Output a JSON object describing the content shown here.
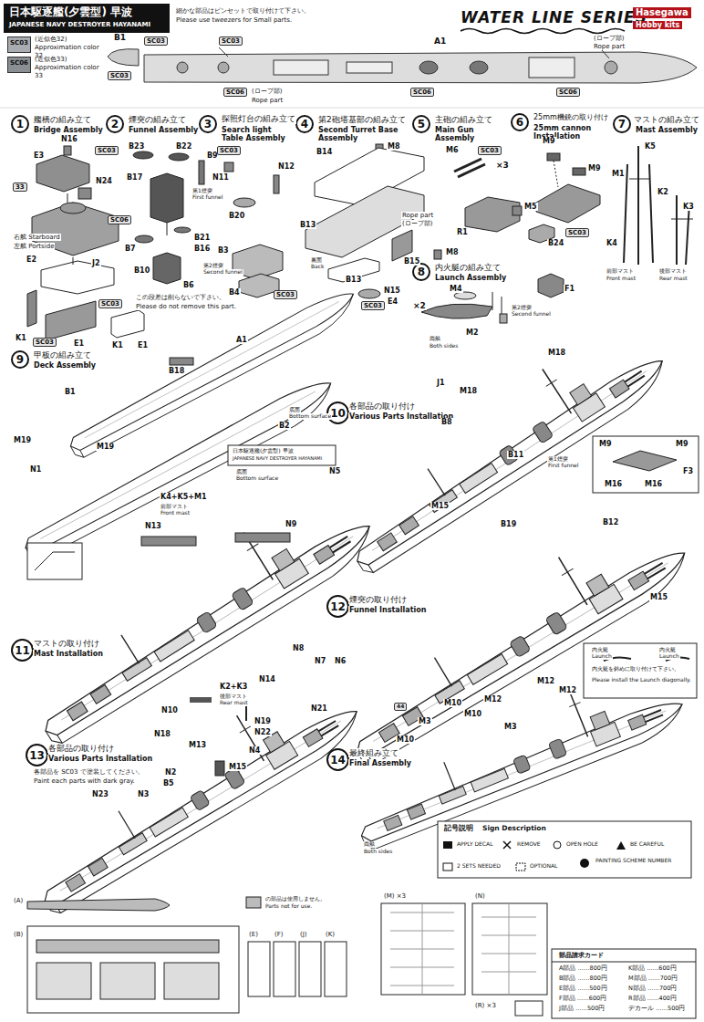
{
  "diagram": {
    "nodes": [
      {
        "text": [
          "1"
        ]
      },
      {
        "text": [
          "2"
        ]
      },
      {
        "text": [
          "3"
        ]
      },
      {
        "text": [
          "4"
        ]
      },
      {
        "text": [
          "5"
        ]
      },
      {
        "text": [
          "6"
        ]
      },
      {
        "text": [
          "7"
        ]
      },
      {
        "text": [
          "8"
        ]
      },
      {
        "text": [
          "9"
        ]
      },
      {
        "text": [
          "10"
        ]
      },
      {
        "text": [
          "11"
        ]
      },
      {
        "text": [
          "12"
        ]
      },
      {
        "text": [
          "13"
        ]
      },
      {
        "text": [
          "14"
        ]
      }
    ],
    "labels": [
      "日本駆逐艦(夕雲型) 早波",
      "JAPANESE NAVY DESTROYER HAYANAMI",
      "細かな部品はピンセットで取り付けて下さい。",
      "Please use tweezers for Small parts.",
      "WATER LINE SERIES",
      "Hasegawa",
      "Hobby kits",
      "SC03",
      "SC06",
      "B1",
      "A1",
      "SC03",
      "SC03",
      "SC06",
      "(ロープ部)",
      "Rope part",
      "SC06",
      "SC06",
      "(ロープ部)",
      "Rope part",
      "SC03",
      "艦橋の組み立て",
      "Bridge Assembly",
      "煙突の組み立て",
      "Funnel Assembly",
      "探照灯台の組み立て",
      "Search light Table Assembly",
      "第2砲塔基部の組み立て",
      "Second Turret Base Assembly",
      "主砲の組み立て",
      "Main Gun Assembly",
      "25mm機銃の取り付け",
      "25mm cannon Installation",
      "マストの組み立て",
      "Mast Assembly",
      "N16",
      "E3",
      "SC03",
      "33",
      "N24",
      "SC06",
      "J2",
      "右舷 Starboard",
      "左舷 Portside",
      "E2",
      "K1",
      "SC03",
      "E1",
      "SC03",
      "K1",
      "E1",
      "B23",
      "B22",
      "B9",
      "B17",
      "B7",
      "B21",
      "B16",
      "B10",
      "B6",
      "第1煙突",
      "First funnel",
      "第2煙突",
      "Second funnel",
      "この段差は削らないで下さい。",
      "Please do not remove this part.",
      "N11",
      "N12",
      "B20",
      "B3",
      "B4",
      "SC03",
      "SC03",
      "M8",
      "B14",
      "B13",
      "B15",
      "M8",
      "Rope part",
      "(ロープ部)",
      "裏面",
      "Back",
      "B13",
      "N15",
      "E4",
      "SC03",
      "M6",
      "×3",
      "R1",
      "M5",
      "B24",
      "F1",
      "SC03",
      "M9",
      "M9",
      "SC03",
      "K5",
      "M1",
      "K2",
      "K3",
      "K4",
      "前部マスト",
      "Front mast",
      "後部マスト",
      "Rear mast",
      "内火艇の組み立て",
      "Launch Assembly",
      "M4",
      "×2",
      "M2",
      "両舷",
      "Both sides",
      "甲板の組み立て",
      "Deck Assembly",
      "B18",
      "A1",
      "B1",
      "M19",
      "M19",
      "N1",
      "B2",
      "底面",
      "Bottom surface",
      "日本駆逐艦(夕雲型) 早波",
      "JAPANESE NAVY DESTROYER HAYANAMI",
      "底面",
      "Bottom surface",
      "各部品の取り付け",
      "Various Parts Installation",
      "第2煙突",
      "Second funnel",
      "M18",
      "J1",
      "M18",
      "B8",
      "M9",
      "M9",
      "F3",
      "M16",
      "M16",
      "B11",
      "第1煙突",
      "First funnel",
      "N5",
      "M15",
      "B19",
      "B12",
      "K4+K5+M1",
      "前部マスト",
      "Front mast",
      "N13",
      "N9",
      "マストの取り付け",
      "Mast Installation",
      "煙突の取り付け",
      "Funnel Installation",
      "M15",
      "内火艇",
      "Launch",
      "内火艇",
      "Launch",
      "内火艇を斜めに取り付けて下さい。",
      "Please install the Launch diagonally.",
      "N8",
      "N7",
      "N6",
      "N14",
      "N10",
      "K2+K3",
      "後部マスト",
      "Rear mast",
      "N19",
      "N22",
      "N21",
      "N4",
      "N18",
      "M13",
      "M15",
      "N2",
      "B5",
      "N3",
      "N23",
      "各部品の取り付け",
      "Various Parts Installation",
      "各部品を SC03 で塗装してください。",
      "Paint each parts with dark gray.",
      "M12",
      "M12",
      "M12",
      "M10",
      "M10",
      "M3",
      "M10",
      "M3",
      "44",
      "両舷",
      "Both sides",
      "最終組み立て",
      "Final Assembly",
      "記号説明",
      "Sign Description",
      "APPLY DECAL",
      "REMOVE",
      "OPEN HOLE",
      "BE CAREFUL",
      "2 SETS NEEDED",
      "OPTIONAL",
      "PAINTING SCHEME NUMBER",
      "(A)",
      "(B)",
      "(E)",
      "(F)",
      "(J)",
      "(K)",
      "(M) ×3",
      "(N)",
      "(R) ×3",
      "部品請求カード",
      "A部品 ……800円",
      "K部品 ……600円",
      "B部品 ……800円",
      "M部品 ……700円",
      "E部品 ……500円",
      "N部品 ……700円",
      "F部品 ……600円",
      "R部品 ……400円",
      "J部品 ……500円",
      "デカール ……500円",
      "の部品は使用しません。",
      "Parts not for use."
    ],
    "legend": [
      {
        "text": "(近似色32) Approximation color 32",
        "color": "#a9adb1"
      },
      {
        "text": "(近似色33) Approximation color 33",
        "color": "#8a8f94"
      }
    ]
  }
}
